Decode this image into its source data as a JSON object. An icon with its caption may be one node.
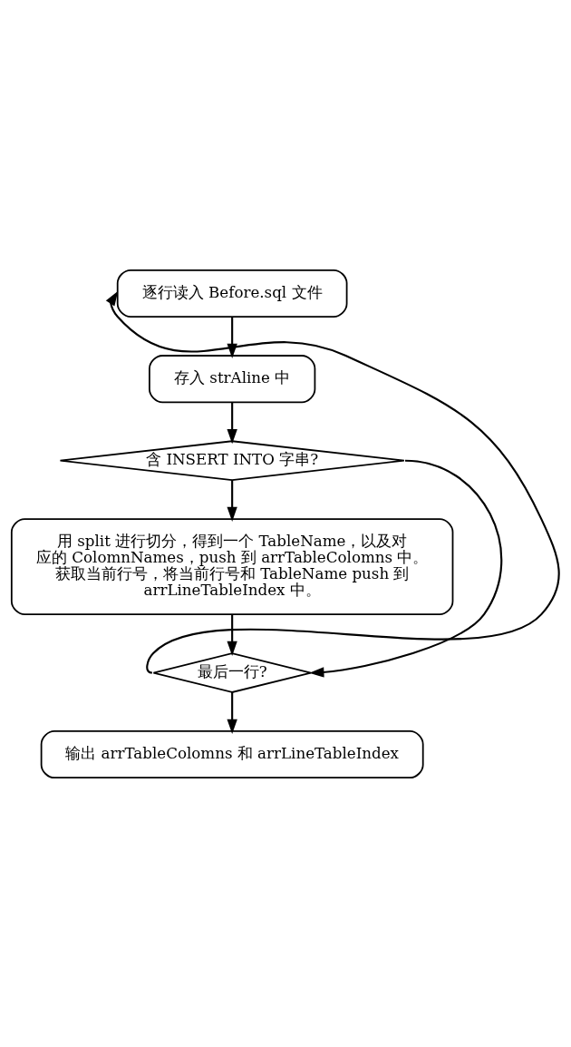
{
  "diagram": {
    "nodes": [
      {
        "text": [
          "逐行读入 Before.sql 文件"
        ]
      },
      {
        "text": [
          "存入 strAline 中"
        ]
      },
      {
        "text": [
          "含 INSERT INTO 字串?"
        ]
      },
      {
        "text": [
          "用 split 进行切分，得到一个 TableName，以及对应的 ColomnNames，push 到 arrTableColomns 中。",
          "获取当前行号，将当前行号和 TableName push 到 arrLineTableIndex 中。"
        ]
      },
      {
        "text": [
          "最后一行?"
        ]
      },
      {
        "text": [
          "输出 arrTableColomns 和 arrLineTableIndex"
        ]
      }
    ],
    "edges": [
      {
        "from": 0,
        "to": 1,
        "arrow": "to"
      },
      {
        "from": 1,
        "to": 2,
        "arrow": "to"
      },
      {
        "from": 2,
        "to": 3,
        "arrow": "to"
      },
      {
        "from": 3,
        "to": 4,
        "arrow": "to"
      },
      {
        "from": 4,
        "to": 5,
        "arrow": "to"
      },
      {
        "from": 4,
        "to": 0,
        "arrow": "to"
      },
      {
        "from": 2,
        "to": 4,
        "arrow": "to"
      }
    ]
  }
}
